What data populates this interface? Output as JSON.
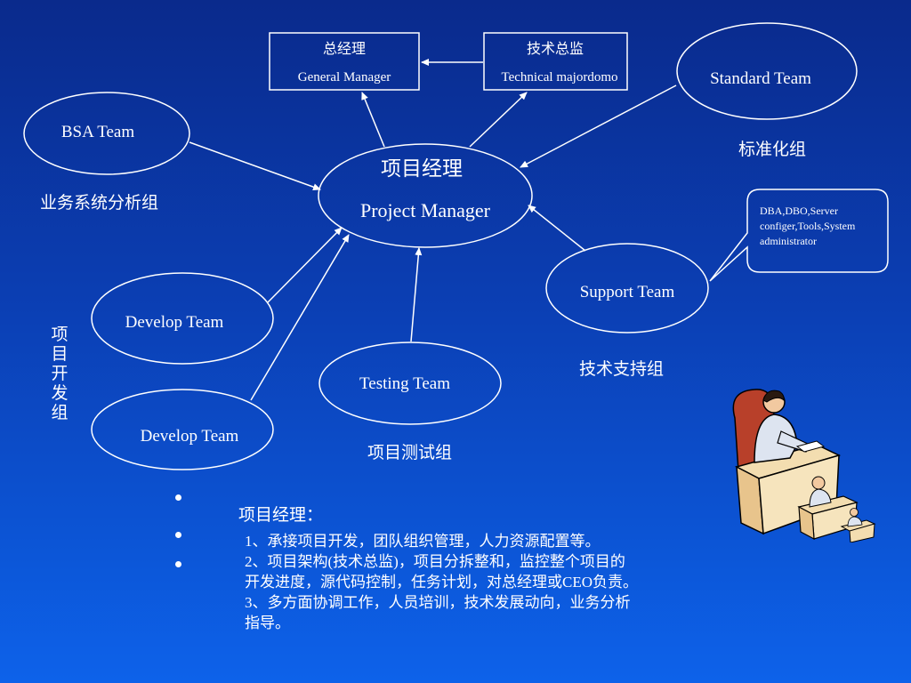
{
  "nodes": {
    "general_manager": {
      "zh": "总经理",
      "en": "General Manager"
    },
    "technical_majordomo": {
      "zh": "技术总监",
      "en": "Technical majordomo"
    },
    "standard_team": {
      "label": "Standard Team",
      "caption": "标准化组"
    },
    "bsa_team": {
      "label": "BSA Team",
      "caption": "业务系统分析组"
    },
    "project_manager": {
      "zh": "项目经理",
      "en": "Project Manager"
    },
    "support_team": {
      "label": "Support Team",
      "caption": "技术支持组"
    },
    "support_callout": {
      "lines": [
        "DBA,DBO,Server",
        "configer,Tools,System",
        "administrator"
      ]
    },
    "develop_team_1": {
      "label": "Develop Team"
    },
    "develop_team_2": {
      "label": "Develop Team"
    },
    "develop_caption": "项目开发组",
    "testing_team": {
      "label": "Testing Team",
      "caption": "项目测试组"
    }
  },
  "notes": {
    "title": "项目经理：",
    "lines": [
      "1、承接项目开发，团队组织管理，人力资源配置等。",
      "2、项目架构(技术总监)，项目分拆整和，监控整个项目的",
      "开发进度，源代码控制，任务计划，对总经理或CEO负责。",
      "3、多方面协调工作，人员培训，技术发展动向，业务分析",
      "指导。"
    ],
    "bullet_count": 3
  },
  "clipart": {
    "icon": "office-workers-clipart"
  },
  "colors": {
    "background_top": "#0a2a8c",
    "background_bottom": "#0d62ea",
    "lines": "#ffffff"
  }
}
